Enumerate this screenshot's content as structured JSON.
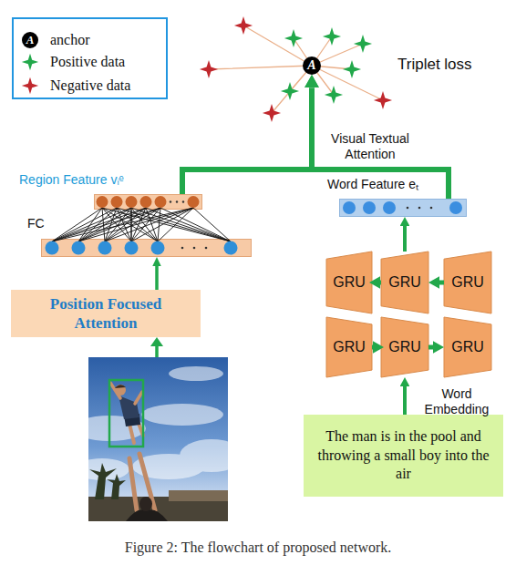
{
  "diagram": {
    "caption": "Figure 2: The flowchart of proposed network.",
    "nodes": [
      {
        "text": [
          "A"
        ]
      },
      {
        "text": [
          "Region Feature vᵢᵉ"
        ]
      },
      {
        "text": [
          "Word Feature eₜ"
        ]
      },
      {
        "text": [
          "FC"
        ]
      },
      {
        "text": [
          "GRU"
        ]
      },
      {
        "text": [
          "GRU"
        ]
      },
      {
        "text": [
          "GRU"
        ]
      },
      {
        "text": [
          "Position Focused Attention"
        ]
      },
      {
        "text": [
          "GRU"
        ]
      },
      {
        "text": [
          "GRU"
        ]
      },
      {
        "text": [
          "GRU"
        ]
      },
      {
        "text": [
          "The man is in the pool and throwing a small boy into the air"
        ]
      }
    ],
    "edges": [
      {
        "from": 1,
        "to": 0,
        "arrow": "to",
        "label": "Visual Textual Attention"
      },
      {
        "from": 2,
        "to": 0,
        "arrow": "to"
      },
      {
        "from": 3,
        "to": 1,
        "arrow": "none"
      },
      {
        "from": 7,
        "to": 3,
        "arrow": "to"
      },
      {
        "from": 5,
        "to": 2,
        "arrow": "to"
      },
      {
        "from": 6,
        "to": 5,
        "arrow": "to"
      },
      {
        "from": 5,
        "to": 4,
        "arrow": "to"
      },
      {
        "from": 8,
        "to": 9,
        "arrow": "to"
      },
      {
        "from": 9,
        "to": 10,
        "arrow": "to"
      },
      {
        "from": 11,
        "to": 9,
        "arrow": "to",
        "label": "Word Embedding"
      }
    ],
    "labels": [
      "A",
      "Triplet loss"
    ],
    "legend": [
      {
        "text": "anchor"
      },
      {
        "text": "Positive data"
      },
      {
        "text": "Negative data"
      }
    ]
  }
}
